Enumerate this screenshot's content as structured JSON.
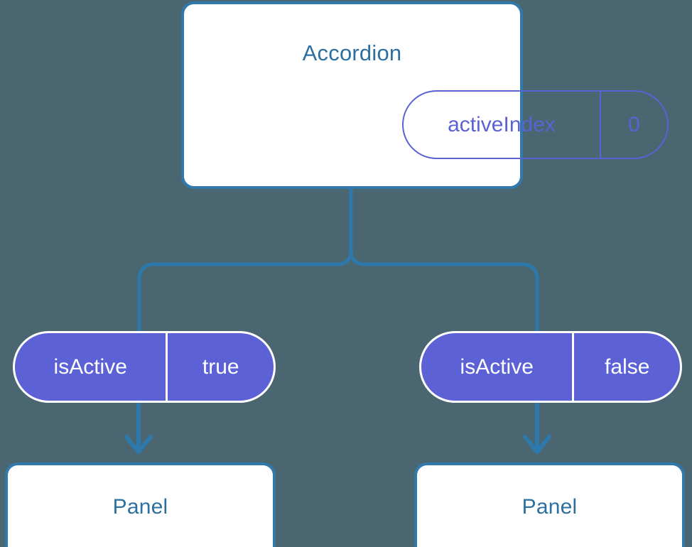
{
  "diagram": {
    "background_color": "#4a6670",
    "line_color": "#2e79ab",
    "accent_blue": "#2d70a0",
    "pill_indigo": "#5b62d4",
    "pill_fill": "#5c62d6",
    "root": {
      "title": "Accordion",
      "state": {
        "key": "activeIndex",
        "value": "0"
      }
    },
    "branches": [
      {
        "prop": {
          "key": "isActive",
          "value": "true"
        },
        "child": {
          "title": "Panel"
        }
      },
      {
        "prop": {
          "key": "isActive",
          "value": "false"
        },
        "child": {
          "title": "Panel"
        }
      }
    ]
  }
}
